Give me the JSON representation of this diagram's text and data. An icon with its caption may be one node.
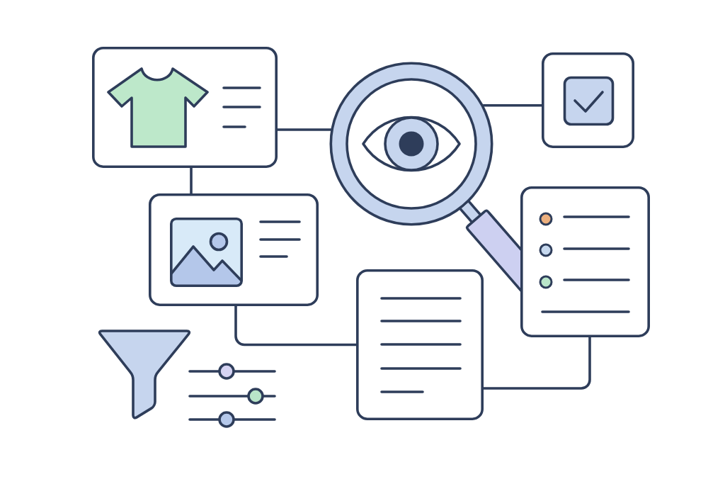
{
  "diagram": {
    "nodes": [
      {
        "text": [],
        "shape": "box"
      },
      {
        "text": [],
        "shape": "circle"
      },
      {
        "text": [],
        "shape": "box"
      },
      {
        "text": [],
        "shape": "box"
      },
      {
        "text": [],
        "shape": "box"
      },
      {
        "text": [],
        "shape": "box"
      }
    ],
    "edges": [
      {
        "from": 0,
        "to": 1,
        "arrow": "none"
      },
      {
        "from": 1,
        "to": 2,
        "arrow": "none"
      },
      {
        "from": 0,
        "to": 3,
        "arrow": "none"
      },
      {
        "from": 3,
        "to": 5,
        "arrow": "none"
      },
      {
        "from": 4,
        "to": 5,
        "arrow": "none"
      }
    ]
  }
}
